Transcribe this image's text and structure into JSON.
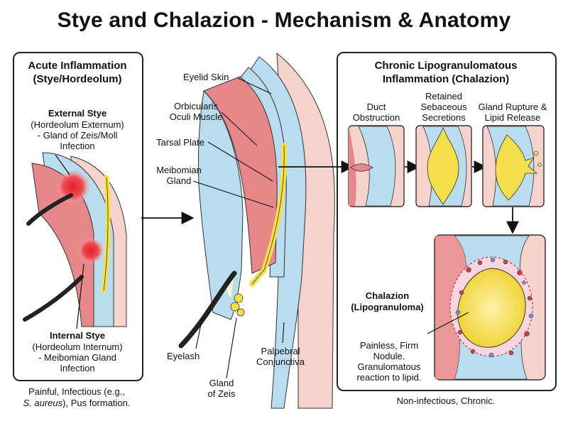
{
  "title": "Stye and Chalazion - Mechanism & Anatomy",
  "left_panel": {
    "heading_line1": "Acute Inflammation",
    "heading_line2": "(Stye/Hordeolum)",
    "external": {
      "title": "External Stye",
      "line1": "(Hordeolum Externum)",
      "line2": "- Gland of Zeis/Moll",
      "line3": "Infection"
    },
    "internal": {
      "title": "Internal Stye",
      "line1": "(Hordeolum Internum)",
      "line2": "- Meibomian Gland",
      "line3": "Infection"
    },
    "caption_line1": "Painful, Infectious (e.g.,",
    "caption_line2_italic": "S. aureus",
    "caption_line2_rest": "), Pus formation."
  },
  "center": {
    "eyelid_skin": "Eyelid Skin",
    "orbicularis_line1": "Orbicularis",
    "orbicularis_line2": "Oculi Muscle",
    "tarsal_plate": "Tarsal Plate",
    "meibomian_line1": "Meibomian",
    "meibomian_line2": "Gland",
    "eyelash": "Eyelash",
    "zeis_line1": "Gland",
    "zeis_line2": "of Zeis",
    "palpebral_line1": "Palpebral",
    "palpebral_line2": "Conjunctiva"
  },
  "right_panel": {
    "heading_line1": "Chronic Lipogranulomatous",
    "heading_line2": "Inflammation (Chalazion)",
    "step1_line1": "Duct",
    "step1_line2": "Obstruction",
    "step2_line1": "Retained",
    "step2_line2": "Sebaceous",
    "step2_line3": "Secretions",
    "step3_line1": "Gland Rupture &",
    "step3_line2": "Lipid Release",
    "chalazion_line1": "Chalazion",
    "chalazion_line2": "(Lipogranuloma)",
    "nodule_line1": "Painless, Firm",
    "nodule_line2": "Nodule.",
    "nodule_line3": "Granulomatous",
    "nodule_line4": "reaction to lipid.",
    "caption": "Non-infectious, Chronic."
  },
  "colors": {
    "skin": "#f6d3cc",
    "muscle": "#e8878a",
    "tarsal": "#b9dcef",
    "gland": "#f4e04d",
    "inflamed": "#e8333a",
    "lash": "#222222"
  }
}
